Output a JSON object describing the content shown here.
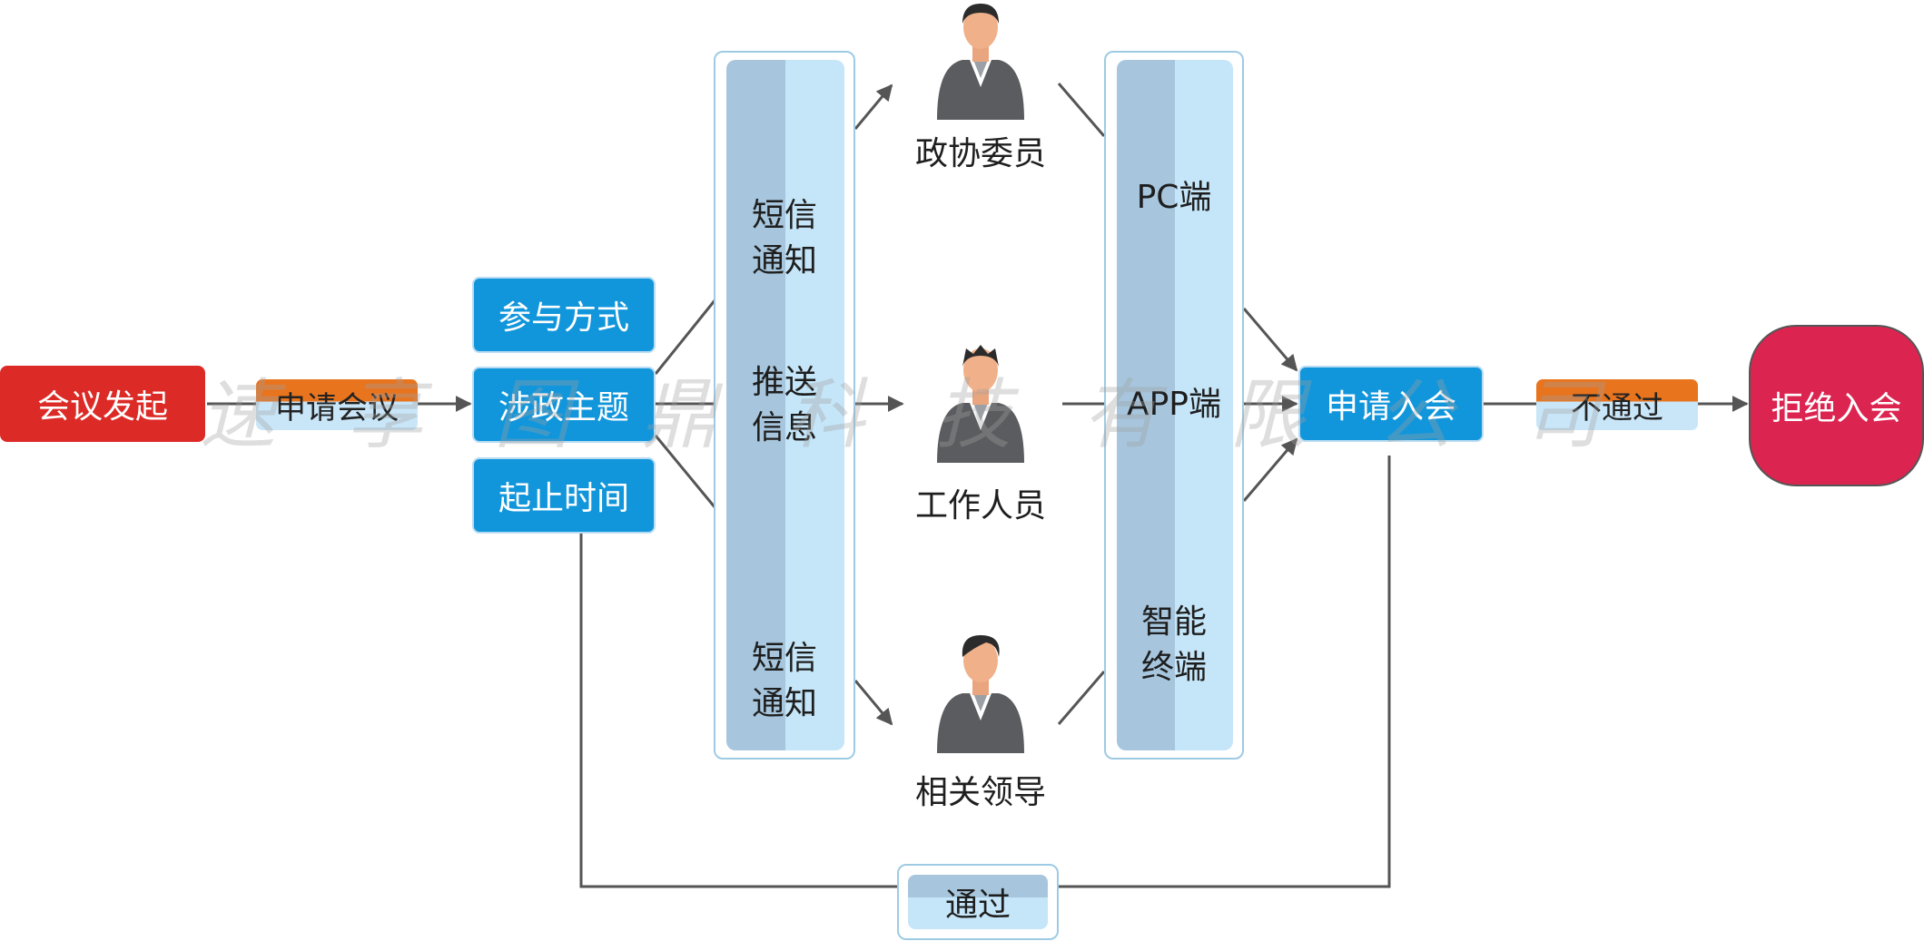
{
  "start": {
    "label": "会议发起"
  },
  "apply_meeting": {
    "label": "申请会议"
  },
  "meeting_fields": [
    {
      "label": "参与方式"
    },
    {
      "label": "涉政主题"
    },
    {
      "label": "起止时间"
    }
  ],
  "notify_panel": {
    "items": [
      {
        "label": "短信\n通知"
      },
      {
        "label": "推送\n信息"
      },
      {
        "label": "短信\n通知"
      }
    ]
  },
  "roles": [
    {
      "label": "政协委员",
      "icon": "person-icon"
    },
    {
      "label": "工作人员",
      "icon": "person-icon"
    },
    {
      "label": "相关领导",
      "icon": "person-icon"
    }
  ],
  "terminal_panel": {
    "items": [
      {
        "label": "PC端"
      },
      {
        "label": "APP端"
      },
      {
        "label": "智能\n终端"
      }
    ]
  },
  "apply_join": {
    "label": "申请入会"
  },
  "reject_tag": {
    "label": "不通过"
  },
  "reject": {
    "label": "拒绝入会"
  },
  "pass_tag": {
    "label": "通过"
  },
  "watermark": {
    "text": "速享图鼎科技有限公司"
  },
  "colors": {
    "start_red": "#dc2a26",
    "node_blue": "#1296db",
    "reject_crimson": "#dc2450",
    "tag_orange": "#e8741e",
    "panel_dark": "#a7c6dd",
    "panel_light": "#c5e5f8",
    "connector_gray": "#555555"
  }
}
